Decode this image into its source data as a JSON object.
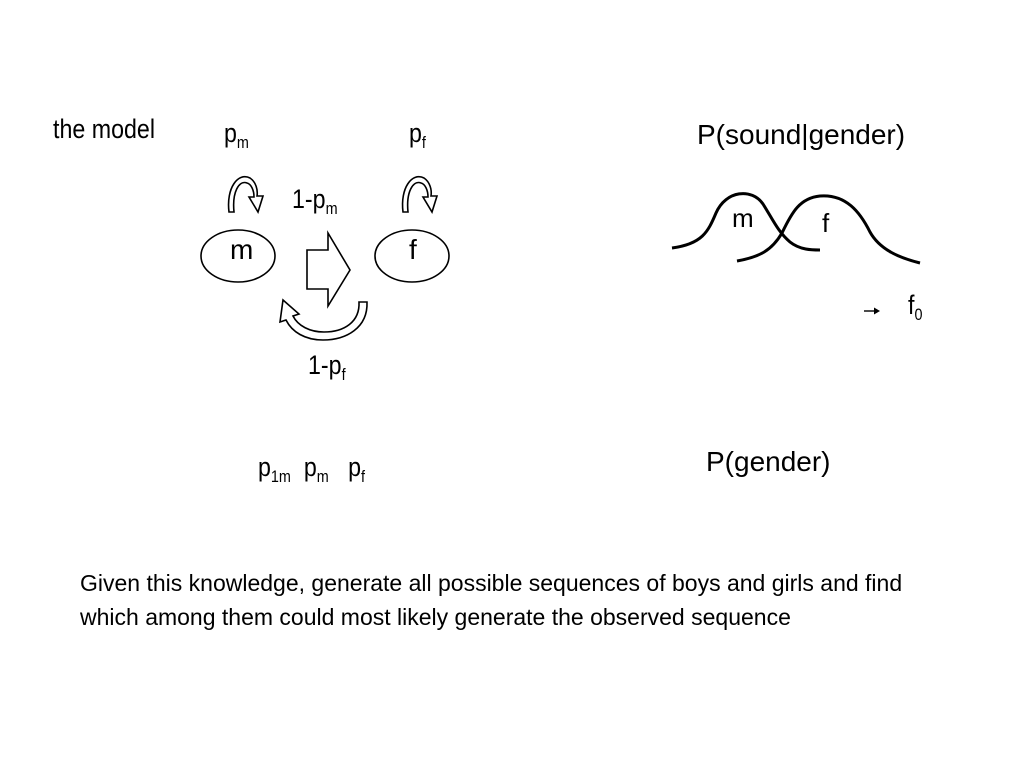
{
  "model_label": "the model",
  "self_loop_m": {
    "p": "p",
    "sub": "m"
  },
  "self_loop_f": {
    "p": "p",
    "sub": "f"
  },
  "transition_m_to_f": {
    "prefix": "1-p",
    "sub": "m"
  },
  "transition_f_to_m": {
    "prefix": "1-p",
    "sub": "f"
  },
  "state_m": "m",
  "state_f": "f",
  "params": [
    {
      "p": "p",
      "sub": "1m"
    },
    {
      "p": "p",
      "sub": "m"
    },
    {
      "p": "p",
      "sub": "f"
    }
  ],
  "emission_title": "P(sound|gender)",
  "curve_m_label": "m",
  "curve_f_label": "f",
  "axis_label": {
    "base": "f",
    "sub": "0"
  },
  "prior_title": "P(gender)",
  "caption": "Given this knowledge, generate all possible sequences of boys and girls and find which among them could most likely generate the observed sequence"
}
